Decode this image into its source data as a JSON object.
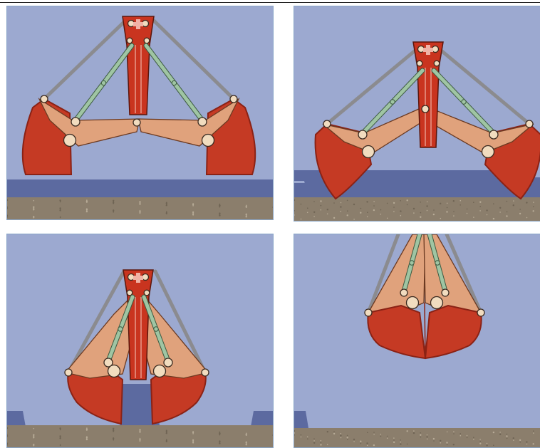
{
  "figure": {
    "panels": [
      {
        "id": "panel-1",
        "stage": "open"
      },
      {
        "id": "panel-2",
        "stage": "descending"
      },
      {
        "id": "panel-3",
        "stage": "closing"
      },
      {
        "id": "panel-4",
        "stage": "closed-lifted"
      }
    ],
    "colors": {
      "sky": "#9ca9d0",
      "pile": "#5c6aa0",
      "ground": "#8b7e6c",
      "bucket_shell": "#c53a24",
      "bucket_dark": "#8a2215",
      "arm": "#e0a27c",
      "head": "#c9341f",
      "cylinder": "#9fc5a3",
      "rope": "#8b8b8f",
      "pin": "#f1dcbf"
    }
  }
}
